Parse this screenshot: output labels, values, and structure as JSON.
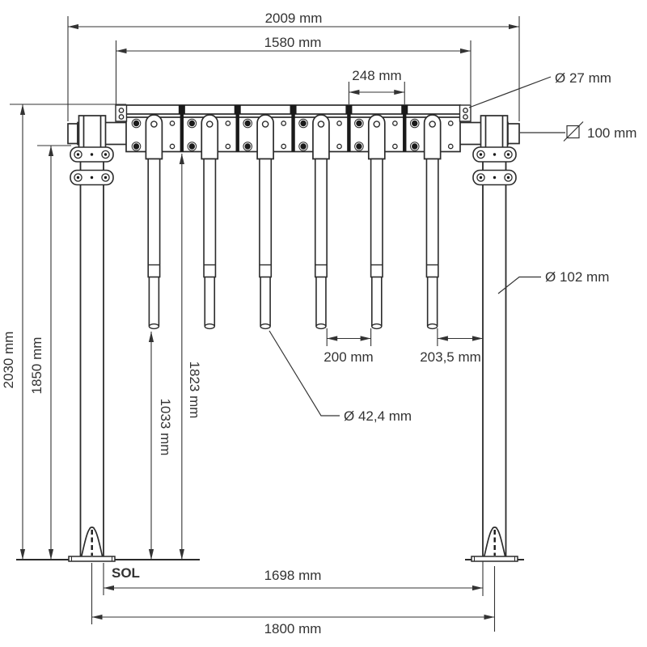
{
  "drawing": {
    "type": "technical-drawing",
    "ground_label": "SOL",
    "dimensions": {
      "overall_width": "2009 mm",
      "rail_length": "1580 mm",
      "hook_pitch": "248 mm",
      "overall_height": "2030 mm",
      "beam_underside_height": "1850 mm",
      "tube_tip_height": "1033 mm",
      "rail_underside_height": "1823 mm",
      "tube_clear_gap": "200 mm",
      "end_clear_gap": "203,5 mm",
      "clear_span": "1698 mm",
      "post_centres": "1800 mm"
    },
    "callouts": {
      "end_pin_diameter": "Ø 27 mm",
      "beam_square_size": "100 mm",
      "post_diameter": "Ø 102 mm",
      "hanging_tube_diameter": "Ø 42,4 mm"
    },
    "colors": {
      "line": "#2b2b2b",
      "dim": "#333333",
      "fill_black": "#1a1a1a",
      "background": "#ffffff"
    }
  }
}
